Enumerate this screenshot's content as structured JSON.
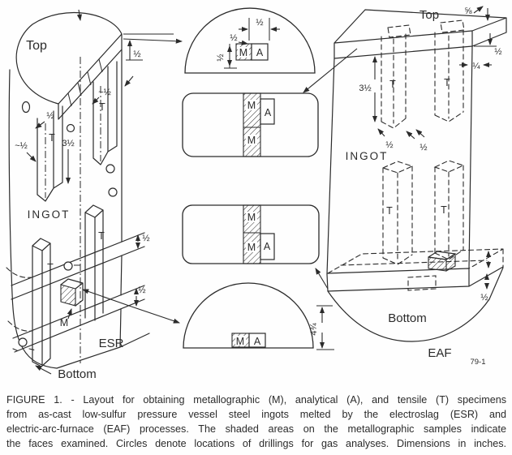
{
  "figure": {
    "caption": {
      "line1": "FIGURE 1. - Layout for obtaining metallographic (M), analytical (A), and tensile (T) specimens",
      "line2": "from as-cast low-sulfur pressure vessel steel ingots melted by the electroslag (ESR) and",
      "line3": "electric-arc-furnace (EAF) processes.  The shaded areas on the metallographic samples indicate",
      "line4": "the faces examined.  Circles denote locations of drillings for gas analyses.  Dimensions in inches."
    },
    "plate_number": "79-1"
  },
  "labels": {
    "top": "Top",
    "bottom": "Bottom",
    "ingot": "INGOT",
    "esr": "ESR",
    "eaf": "EAF",
    "tensile": "T",
    "metallographic": "M",
    "analytical": "A"
  },
  "dims": {
    "half": "½",
    "approx_half": "~½",
    "quarter": "¼",
    "five_eighths": "⅝",
    "three_and_a_half": "3½",
    "four_and_three_quarters": "4¾"
  },
  "colors": {
    "ink": "#2b2b2b",
    "paper": "#fefefe"
  }
}
